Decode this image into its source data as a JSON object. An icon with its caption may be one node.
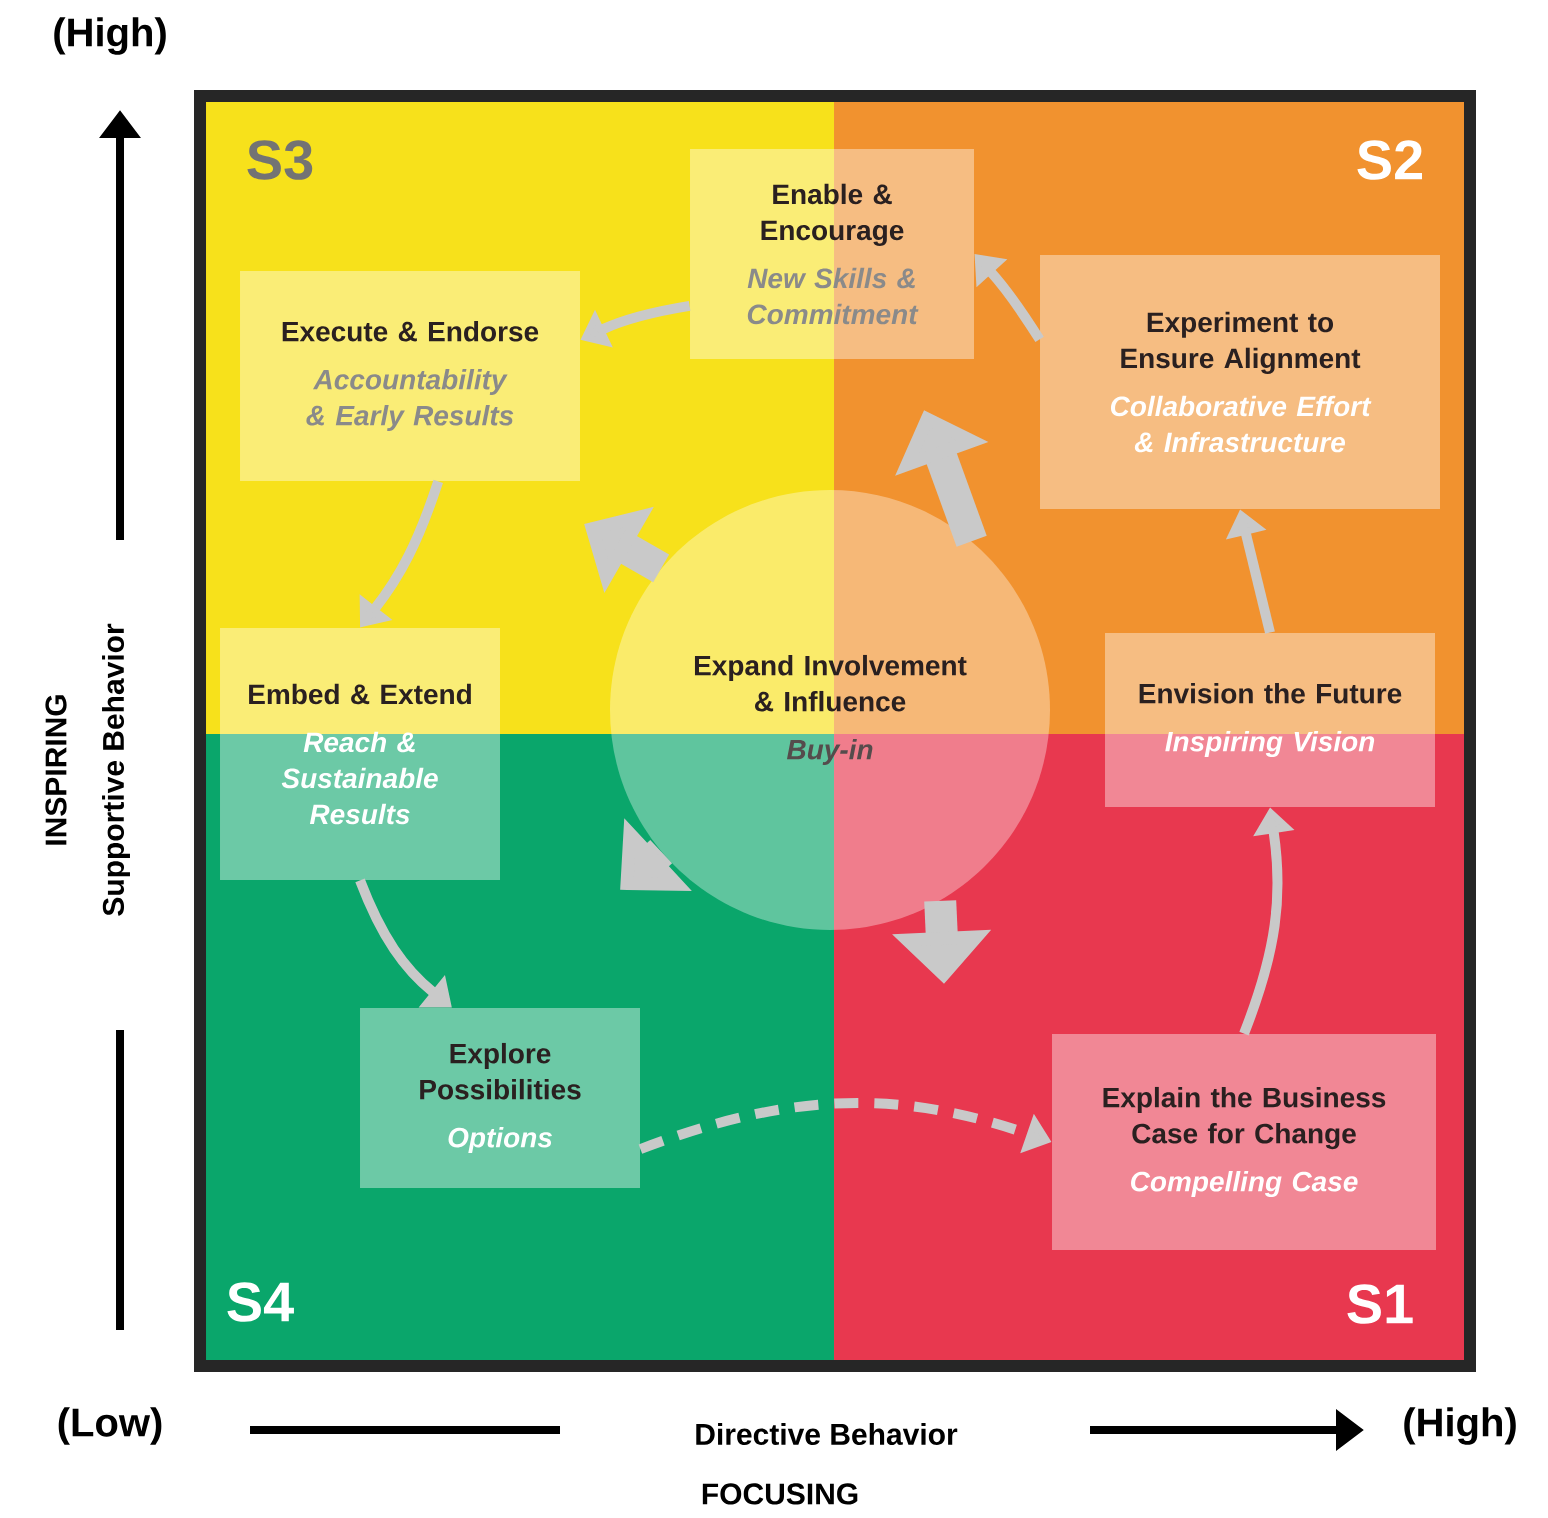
{
  "diagram": {
    "nodes": [
      {
        "text": [
          "Enable & Encourage",
          "New Skills & Commitment"
        ]
      },
      {
        "text": [
          "Execute & Endorse",
          "Accountability & Early Results"
        ]
      },
      {
        "text": [
          "Experiment to Ensure Alignment",
          "Collaborative Effort & Infrastructure"
        ]
      },
      {
        "text": [
          "Embed & Extend",
          "Reach & Sustainable Results"
        ]
      },
      {
        "text": [
          "Expand Involvement & Influence",
          "Buy-in"
        ]
      },
      {
        "text": [
          "Envision the Future",
          "Inspiring Vision"
        ]
      },
      {
        "text": [
          "Explore Possibilities",
          "Options"
        ]
      },
      {
        "text": [
          "Explain the Business Case for Change",
          "Compelling Case"
        ]
      }
    ],
    "edges": [
      {
        "from": 0,
        "to": 1,
        "arrow": "to"
      },
      {
        "from": 2,
        "to": 0,
        "arrow": "to"
      },
      {
        "from": 1,
        "to": 3,
        "arrow": "to"
      },
      {
        "from": 3,
        "to": 6,
        "arrow": "to"
      },
      {
        "from": 6,
        "to": 7,
        "arrow": "to",
        "style": "dashed"
      },
      {
        "from": 7,
        "to": 5,
        "arrow": "to"
      },
      {
        "from": 5,
        "to": 2,
        "arrow": "to"
      },
      {
        "from": 4,
        "to": null,
        "arrow": "to",
        "style": "thick"
      },
      {
        "from": 4,
        "to": null,
        "arrow": "to",
        "style": "thick"
      },
      {
        "from": 4,
        "to": null,
        "arrow": "to",
        "style": "thick"
      },
      {
        "from": 4,
        "to": null,
        "arrow": "to",
        "style": "thick"
      }
    ],
    "labels": [
      "(High)",
      "S3",
      "S2",
      "INSPIRING",
      "Supportive Behavior",
      "S4",
      "S1",
      "(Low)",
      "Directive Behavior",
      "(High)",
      "FOCUSING"
    ]
  }
}
